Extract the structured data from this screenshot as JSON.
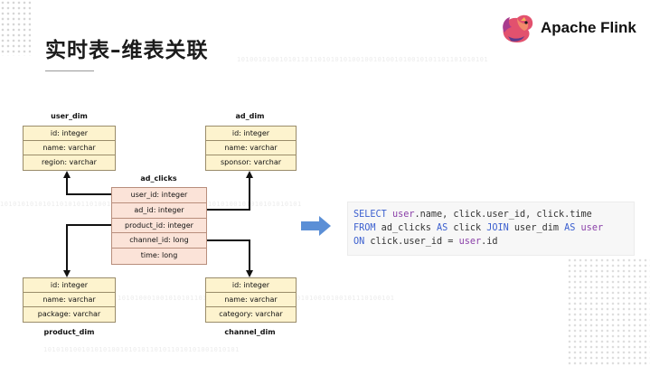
{
  "slide": {
    "title": "实时表–维表关联",
    "logo_text": "Apache Flink"
  },
  "background": {
    "binary_lines": [
      "10100101001010110110101010100100101001010010101101101010101",
      "1010101010101101010110100101",
      "1010100101010101010101",
      "10101000100101010110100101011010101010110101010010100101110100101",
      "1010101001010101001010101101011010101001010101"
    ]
  },
  "tables": {
    "user_dim": {
      "name": "user_dim",
      "fields": [
        "id: integer",
        "name: varchar",
        "region: varchar"
      ]
    },
    "ad_dim": {
      "name": "ad_dim",
      "fields": [
        "id: integer",
        "name: varchar",
        "sponsor: varchar"
      ]
    },
    "ad_clicks": {
      "name": "ad_clicks",
      "fields": [
        "user_id: integer",
        "ad_id: integer",
        "product_id: integer",
        "channel_id: long",
        "time: long"
      ]
    },
    "product_dim": {
      "name": "product_dim",
      "fields": [
        "id: integer",
        "name: varchar",
        "package: varchar"
      ]
    },
    "channel_dim": {
      "name": "channel_dim",
      "fields": [
        "id: integer",
        "name: varchar",
        "category: varchar"
      ]
    }
  },
  "sql": {
    "line1": {
      "kw1": "SELECT",
      "t1": " ",
      "id1": "user",
      "t2": ".name, click.user_id, click.time"
    },
    "line2": {
      "kw1": "FROM",
      "t1": " ad_clicks ",
      "kw2": "AS",
      "t2": " click ",
      "kw3": "JOIN",
      "t3": " user_dim ",
      "kw4": "AS",
      "t4": " ",
      "id1": "user"
    },
    "line3": {
      "kw1": "ON",
      "t1": " click.user_id = ",
      "id1": "user",
      "t2": ".id"
    }
  },
  "colors": {
    "dim_fill": "#fdf3ce",
    "fact_fill": "#fbe3d8",
    "arrow": "#5b8fd6",
    "keyword": "#3b5fcf",
    "identifier": "#8a3fa8"
  }
}
